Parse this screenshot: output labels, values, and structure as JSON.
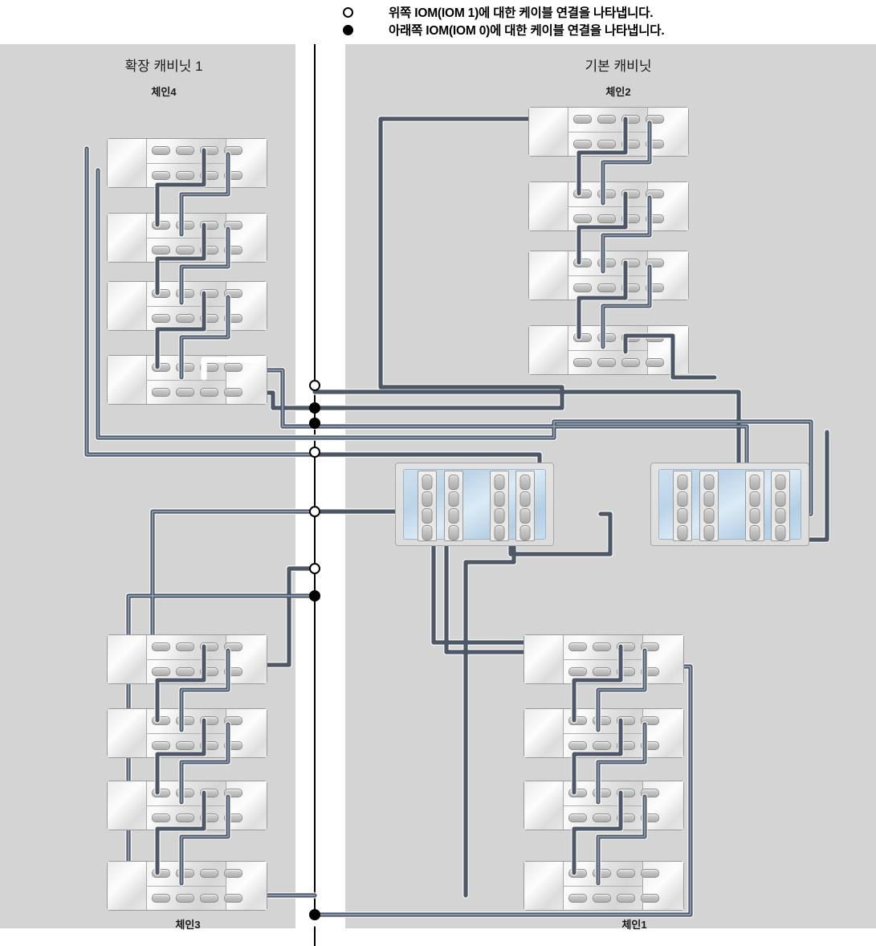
{
  "legend": [
    {
      "marker": "open-circle-icon",
      "text": "위쪽 IOM(IOM 1)에 대한 케이블 연결을 나타냅니다."
    },
    {
      "marker": "filled-circle-icon",
      "text": "아래쪽 IOM(IOM 0)에 대한 케이블 연결을 나타냅니다."
    }
  ],
  "cabinets": [
    {
      "id": "expansion-1",
      "title": "확장 캐비닛 1",
      "top_chain": "체인4",
      "bottom_chain": "체인3"
    },
    {
      "id": "base",
      "title": "기본 캐비닛",
      "top_chain": "체인2",
      "bottom_chain": "체인1"
    }
  ],
  "colors": {
    "panel_background": "#d4d4d4",
    "page_background": "#ffffff",
    "cable": "#4e5766",
    "cable_core": "#8fa0b4",
    "cable_outline": "#ffffff",
    "controller_blue": "#bcd4e8",
    "shelf_gray": "#e6e6e6",
    "marker": "#000000"
  },
  "shelf_chains": [
    {
      "name": "체인4",
      "cabinet": "확장 캐비닛 1",
      "position": "top-left",
      "shelf_count": 4
    },
    {
      "name": "체인2",
      "cabinet": "기본 캐비닛",
      "position": "top-right",
      "shelf_count": 4
    },
    {
      "name": "체인3",
      "cabinet": "확장 캐비닛 1",
      "position": "bottom-left",
      "shelf_count": 4
    },
    {
      "name": "체인1",
      "cabinet": "기본 캐비닛",
      "position": "bottom-right",
      "shelf_count": 4
    }
  ],
  "controllers": [
    {
      "id": "controller-left",
      "hba_slots": 4,
      "ports_per_slot": 4
    },
    {
      "id": "controller-right",
      "hba_slots": 4,
      "ports_per_slot": 4
    }
  ],
  "divider_markers": [
    {
      "type": "open",
      "iom": "IOM 1"
    },
    {
      "type": "filled",
      "iom": "IOM 0"
    },
    {
      "type": "filled",
      "iom": "IOM 0"
    },
    {
      "type": "open",
      "iom": "IOM 1"
    },
    {
      "type": "open",
      "iom": "IOM 1"
    },
    {
      "type": "open",
      "iom": "IOM 1"
    },
    {
      "type": "filled",
      "iom": "IOM 0"
    },
    {
      "type": "filled",
      "iom": "IOM 0"
    }
  ]
}
